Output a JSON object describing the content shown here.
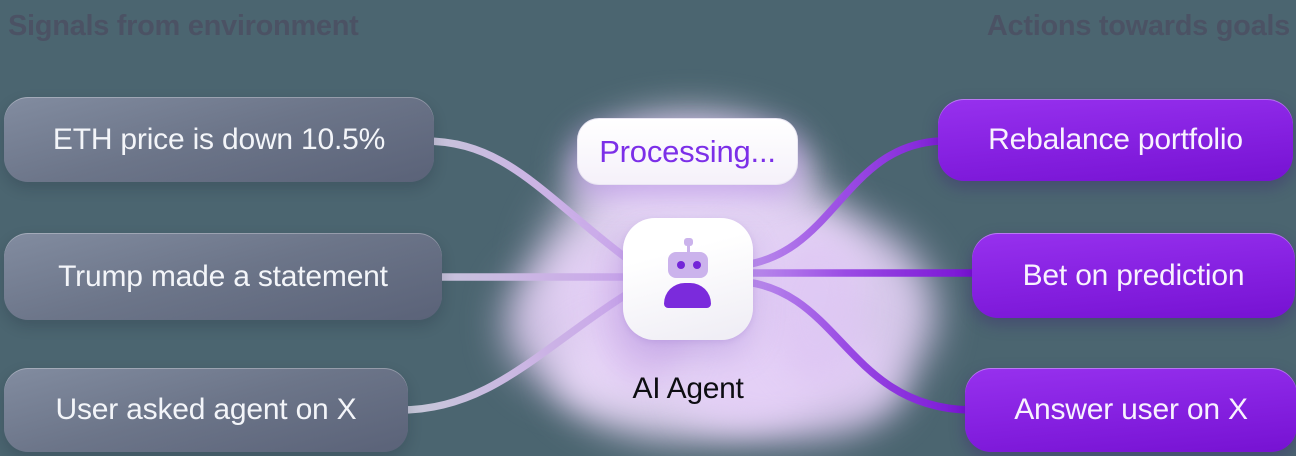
{
  "headers": {
    "left": "Signals from environment",
    "right": "Actions towards goals"
  },
  "signals": [
    {
      "label": "ETH price is down 10.5%"
    },
    {
      "label": "Trump made a statement"
    },
    {
      "label": "User asked agent on X"
    }
  ],
  "actions": [
    {
      "label": "Rebalance portfolio"
    },
    {
      "label": "Bet on prediction"
    },
    {
      "label": "Answer user on X"
    }
  ],
  "agent": {
    "status": "Processing...",
    "name": "AI Agent",
    "icon": "robot-icon"
  },
  "colors": {
    "background": "#4B6570",
    "signal_box": "#6C7589",
    "action_box": "#8420E0",
    "processing_text": "#7C2FE8",
    "glow": "#E9D8F7",
    "header_text": "#4C5264"
  }
}
